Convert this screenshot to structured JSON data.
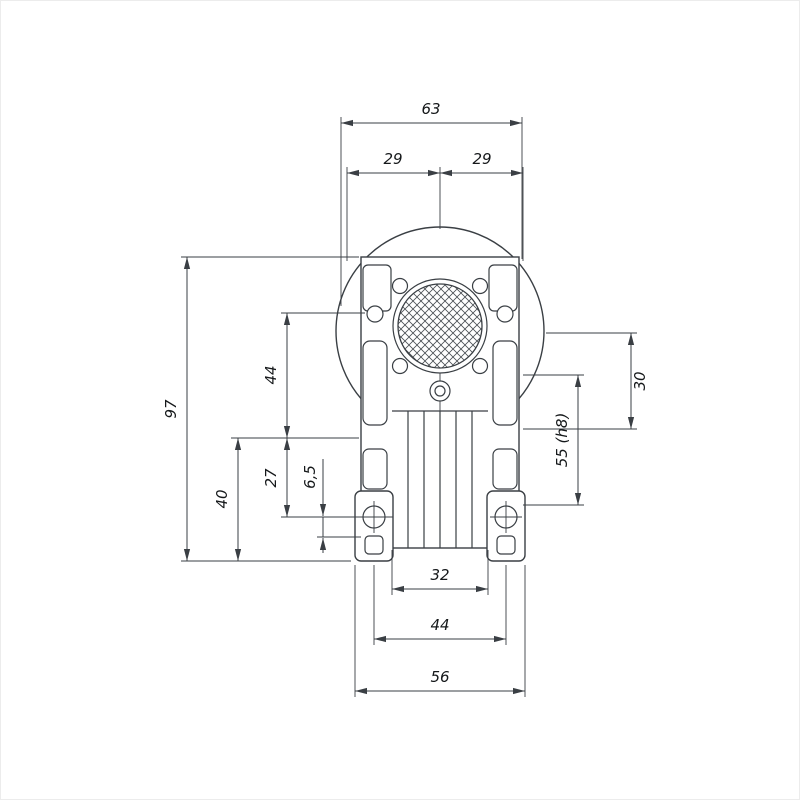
{
  "colors": {
    "line": "#3a3f44",
    "text": "#15181a",
    "background": "#ffffff"
  },
  "drawing": {
    "dims": {
      "top_width": "63",
      "top_half_left": "29",
      "top_half_right": "29",
      "height_total": "97",
      "upper_left": "44",
      "lower_left": "40",
      "mid_left": "27",
      "small_left": "6,5",
      "upper_right": "30",
      "right_tolerance": "55 (h8)",
      "bottom_inner": "32",
      "bottom_middle": "44",
      "bottom_outer": "56"
    }
  }
}
